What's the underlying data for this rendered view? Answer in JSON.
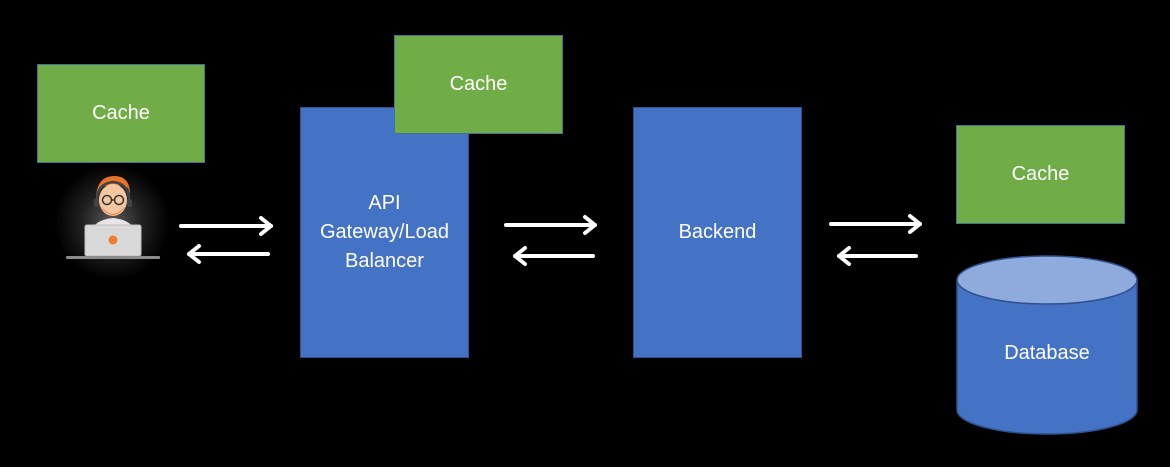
{
  "client": {
    "cache_label": "Cache",
    "icon": "developer-at-laptop-icon"
  },
  "gateway": {
    "label": "API\nGateway/Load\nBalancer",
    "cache_label": "Cache"
  },
  "backend": {
    "label": "Backend"
  },
  "database": {
    "label": "Database",
    "cache_label": "Cache"
  },
  "colors": {
    "background": "#000000",
    "cache_fill": "#70ad47",
    "component_fill": "#4472c4",
    "database_top": "#8faadc",
    "arrow": "#ffffff",
    "text": "#ffffff"
  }
}
